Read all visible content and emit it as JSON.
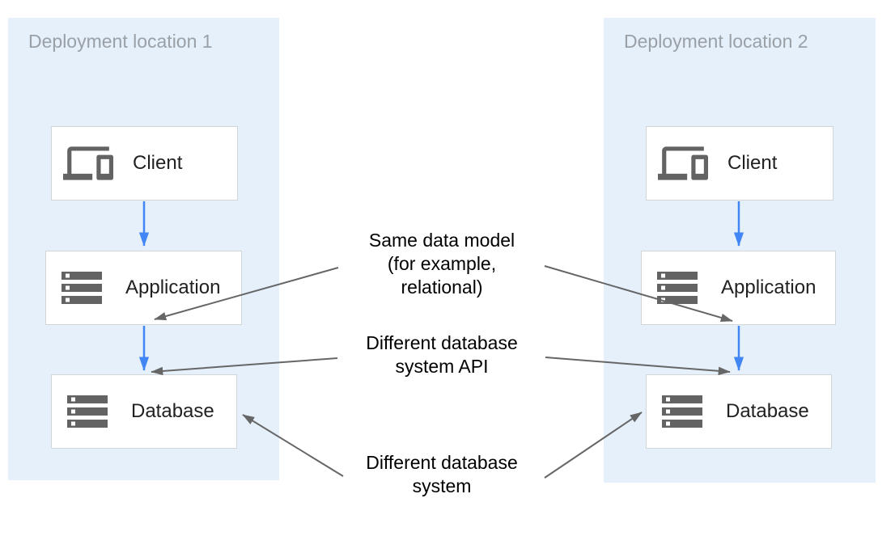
{
  "diagram": {
    "panels": [
      {
        "title": "Deployment location 1",
        "nodes": [
          {
            "label": "Client",
            "icon": "devices-icon"
          },
          {
            "label": "Application",
            "icon": "server-stack-icon"
          },
          {
            "label": "Database",
            "icon": "server-stack-icon"
          }
        ]
      },
      {
        "title": "Deployment location 2",
        "nodes": [
          {
            "label": "Client",
            "icon": "devices-icon"
          },
          {
            "label": "Application",
            "icon": "server-stack-icon"
          },
          {
            "label": "Database",
            "icon": "server-stack-icon"
          }
        ]
      }
    ],
    "annotations": [
      {
        "id": "same-data-model",
        "lines": [
          "Same data model",
          "(for example,",
          "relational)"
        ]
      },
      {
        "id": "different-database-system-api",
        "lines": [
          "Different database",
          "system API"
        ]
      },
      {
        "id": "different-database-system",
        "lines": [
          "Different database",
          "system"
        ]
      }
    ],
    "colors": {
      "panel_background": "#e5f0fb",
      "panel_title": "#9aa0a6",
      "node_background": "#ffffff",
      "node_border": "#d3d6d9",
      "icon": "#636363",
      "node_label": "#212121",
      "flow_arrow": "#4285f4",
      "annotation_arrow": "#666666",
      "annotation_text": "#000000"
    }
  }
}
